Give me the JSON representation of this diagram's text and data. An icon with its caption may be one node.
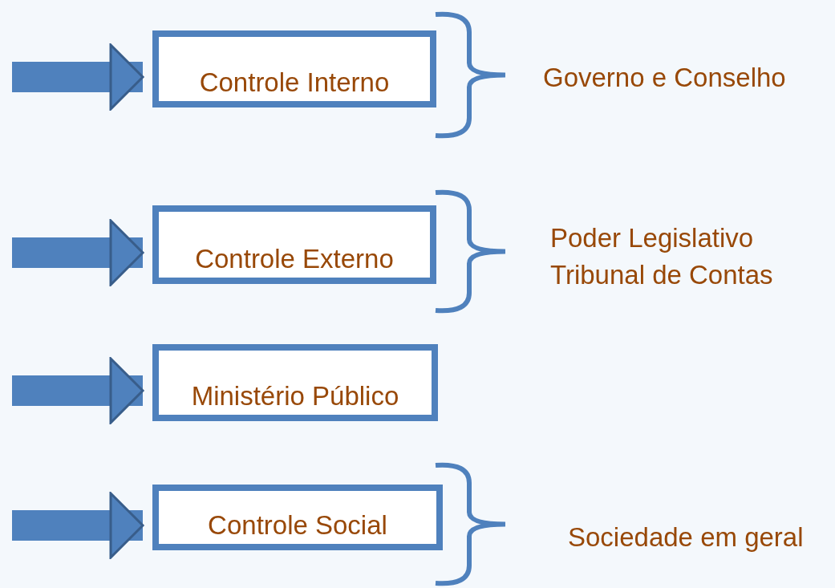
{
  "diagram": {
    "nodes": [
      {
        "text": [
          "Controle Interno"
        ]
      },
      {
        "text": [
          "Controle Externo"
        ]
      },
      {
        "text": [
          "Ministério Público"
        ]
      },
      {
        "text": [
          "Controle Social"
        ]
      }
    ],
    "edges": [
      {
        "from": null,
        "to": 0,
        "arrow": "to"
      },
      {
        "from": null,
        "to": 1,
        "arrow": "to"
      },
      {
        "from": null,
        "to": 2,
        "arrow": "to"
      },
      {
        "from": null,
        "to": 3,
        "arrow": "to"
      }
    ],
    "labels": [
      "Governo e Conselho",
      "Poder Legislativo",
      "Tribunal de Contas",
      "Sociedade em geral"
    ]
  }
}
